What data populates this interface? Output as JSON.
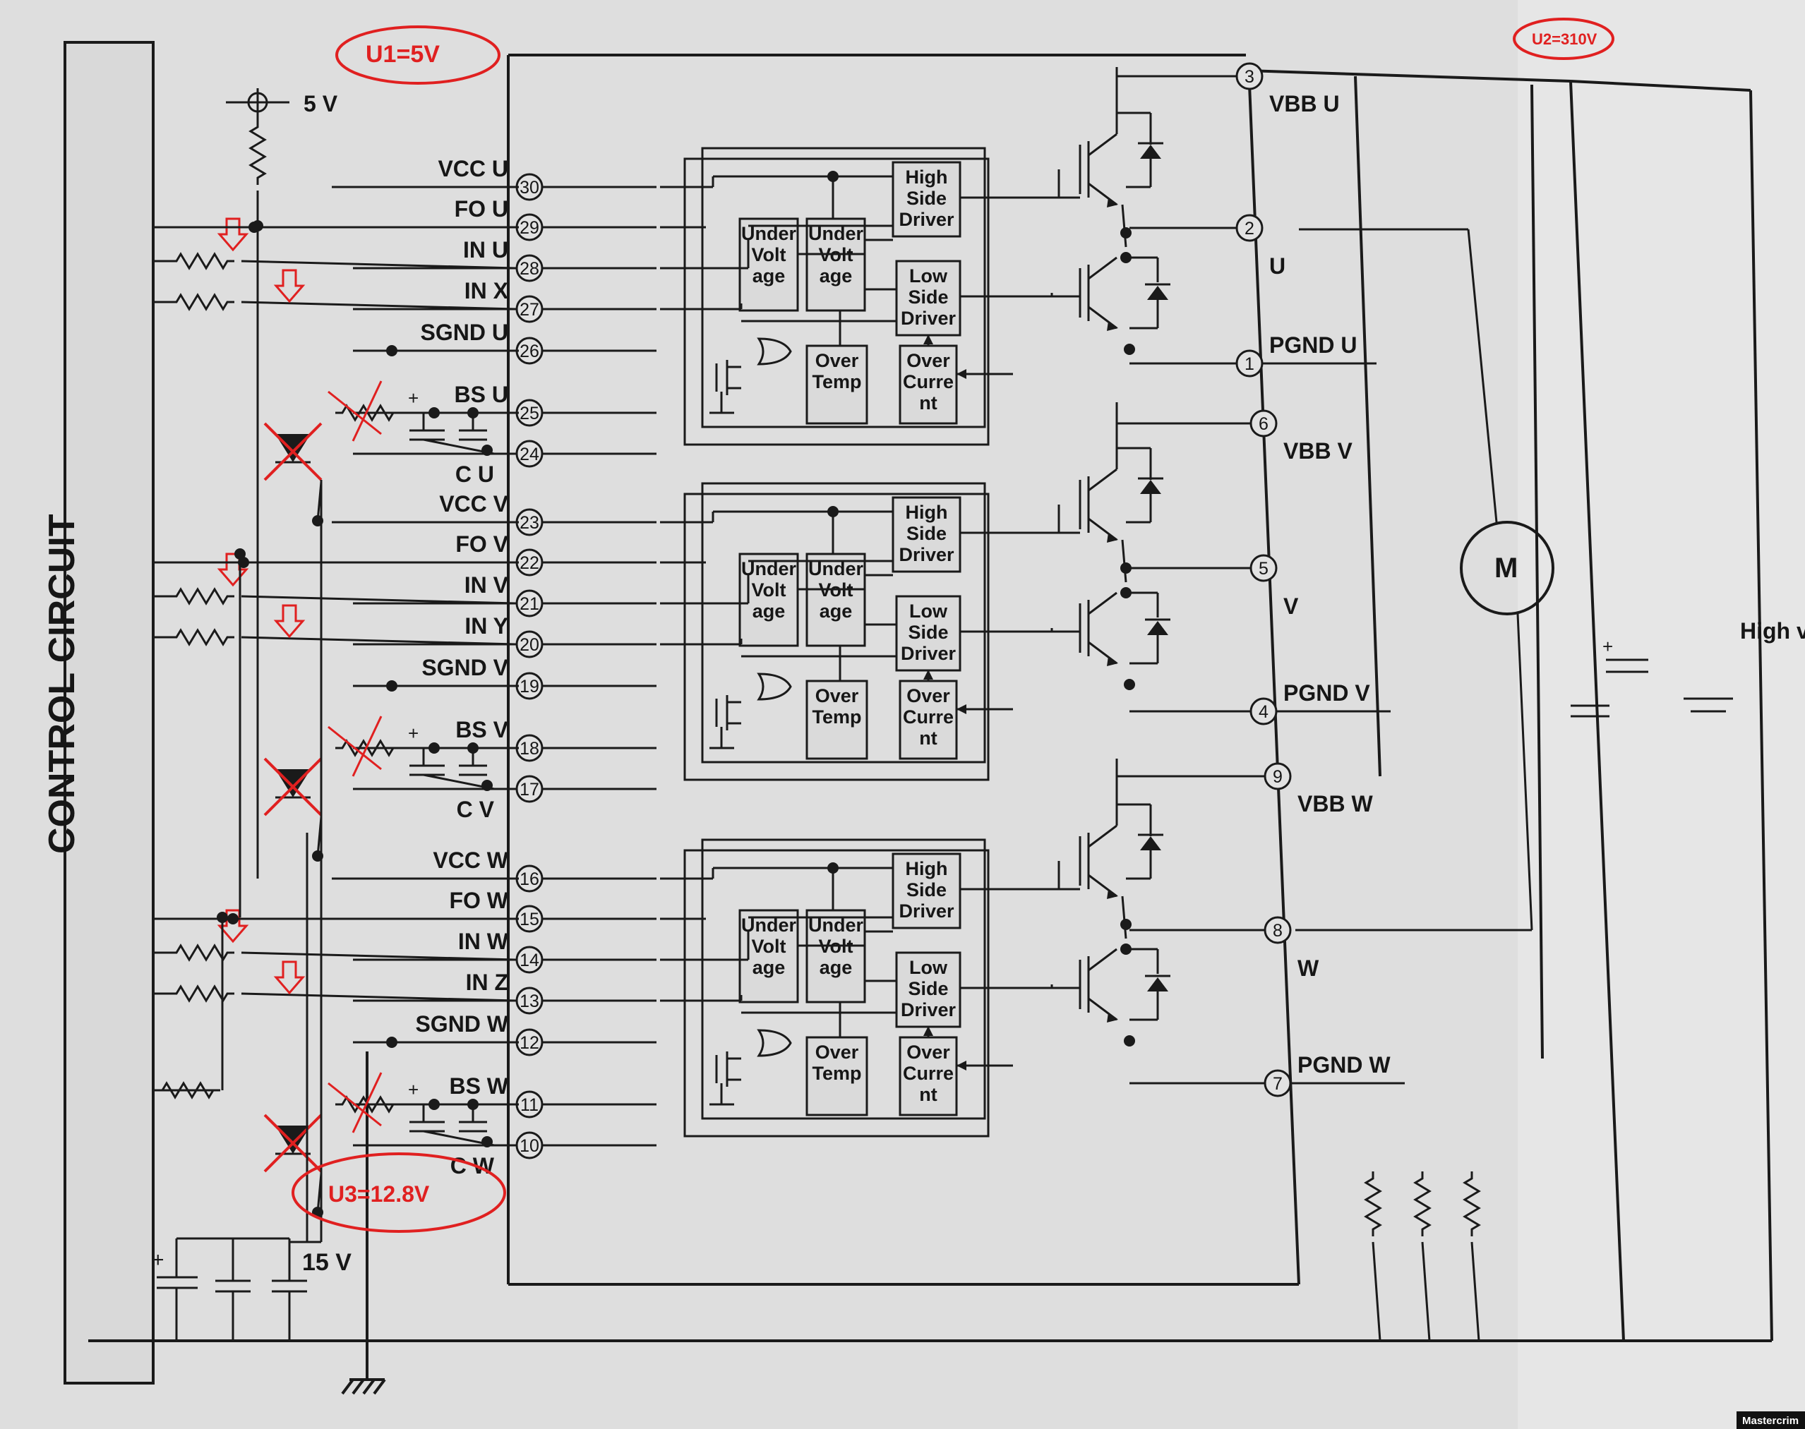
{
  "title_control": "CONTROL CIRCUIT",
  "supply_5v": "5 V",
  "supply_15v": "15 V",
  "high_voltage": "High voltage",
  "motor": "M",
  "annotations": {
    "u1": "U1=5V",
    "u2": "U2=310V",
    "u3": "U3=12.8V"
  },
  "watermark": "Mastercrim",
  "block_labels": {
    "under_voltage": [
      "Under",
      "Volt",
      "age"
    ],
    "high_side": [
      "High",
      "Side",
      "Driver"
    ],
    "low_side": [
      "Low",
      "Side",
      "Driver"
    ],
    "over_temp": [
      "Over",
      "Temp"
    ],
    "over_current": [
      "Over",
      "Curre",
      "nt"
    ]
  },
  "phases": [
    {
      "vcc": "VCC U",
      "fo": "FO U",
      "in_hi": "IN U",
      "in_lo": "IN X",
      "sgnd": "SGND U",
      "bs": "BS U",
      "cap": "C U",
      "p_vcc": "30",
      "p_fo": "29",
      "p_inh": "28",
      "p_inl": "27",
      "p_sgnd": "26",
      "p_bs": "25",
      "p_cap": "24",
      "vbb": "VBB U",
      "out": "U",
      "pgnd": "PGND U",
      "p_vbb": "3",
      "p_out": "2",
      "p_pgnd": "1"
    },
    {
      "vcc": "VCC V",
      "fo": "FO V",
      "in_hi": "IN V",
      "in_lo": "IN Y",
      "sgnd": "SGND V",
      "bs": "BS V",
      "cap": "C V",
      "p_vcc": "23",
      "p_fo": "22",
      "p_inh": "21",
      "p_inl": "20",
      "p_sgnd": "19",
      "p_bs": "18",
      "p_cap": "17",
      "vbb": "VBB V",
      "out": "V",
      "pgnd": "PGND V",
      "p_vbb": "6",
      "p_out": "5",
      "p_pgnd": "4"
    },
    {
      "vcc": "VCC W",
      "fo": "FO W",
      "in_hi": "IN W",
      "in_lo": "IN Z",
      "sgnd": "SGND W",
      "bs": "BS W",
      "cap": "C W",
      "p_vcc": "16",
      "p_fo": "15",
      "p_inh": "14",
      "p_inl": "13",
      "p_sgnd": "12",
      "p_bs": "11",
      "p_cap": "10",
      "vbb": "VBB W",
      "out": "W",
      "pgnd": "PGND W",
      "p_vbb": "9",
      "p_out": "8",
      "p_pgnd": "7"
    }
  ]
}
